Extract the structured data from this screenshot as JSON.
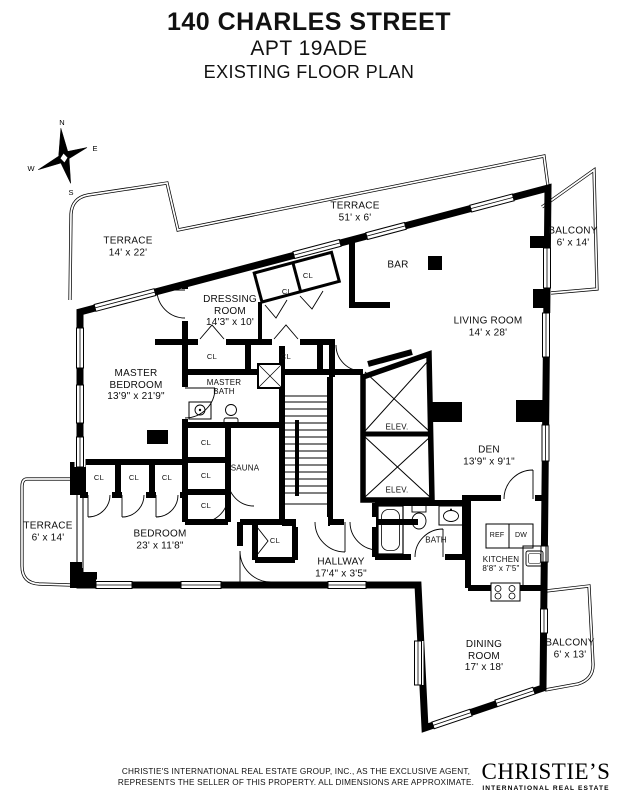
{
  "title": {
    "building": "140 CHARLES STREET",
    "apt": "APT 19ADE",
    "subtitle": "EXISTING FLOOR PLAN"
  },
  "compass": {
    "n": "N",
    "e": "E",
    "s": "S",
    "w": "W"
  },
  "colors": {
    "walls": "#000000",
    "background": "#ffffff",
    "text": "#111111"
  },
  "closet_label": "CL",
  "rooms": [
    {
      "id": "terrace-nw",
      "lines": [
        "TERRACE",
        "14' x 22'"
      ]
    },
    {
      "id": "terrace-north",
      "lines": [
        "TERRACE",
        "51' x 6'"
      ]
    },
    {
      "id": "balcony-ne",
      "lines": [
        "BALCONY",
        "6' x 14'"
      ]
    },
    {
      "id": "bar",
      "lines": [
        "BAR"
      ]
    },
    {
      "id": "dressing-room",
      "lines": [
        "DRESSING",
        "ROOM",
        "14'3\" x 10'"
      ]
    },
    {
      "id": "living-room",
      "lines": [
        "LIVING ROOM",
        "14' x 28'"
      ]
    },
    {
      "id": "master-bedroom",
      "lines": [
        "MASTER",
        "BEDROOM",
        "13'9\" x 21'9\""
      ]
    },
    {
      "id": "master-bath",
      "lines": [
        "MASTER",
        "BATH"
      ]
    },
    {
      "id": "elevator-1",
      "lines": [
        "ELEV."
      ]
    },
    {
      "id": "elevator-2",
      "lines": [
        "ELEV."
      ]
    },
    {
      "id": "den",
      "lines": [
        "DEN",
        "13'9\" x 9'1\""
      ]
    },
    {
      "id": "sauna",
      "lines": [
        "SAUNA"
      ]
    },
    {
      "id": "bath",
      "lines": [
        "BATH"
      ]
    },
    {
      "id": "kitchen",
      "lines": [
        "KITCHEN",
        "8'8\" x 7'5\""
      ]
    },
    {
      "id": "ref",
      "lines": [
        "REF"
      ]
    },
    {
      "id": "dw",
      "lines": [
        "DW"
      ]
    },
    {
      "id": "terrace-sw",
      "lines": [
        "TERRACE",
        "6' x 14'"
      ]
    },
    {
      "id": "bedroom",
      "lines": [
        "BEDROOM",
        "23' x 11'8\""
      ]
    },
    {
      "id": "hallway",
      "lines": [
        "HALLWAY",
        "17'4\" x 3'5\""
      ]
    },
    {
      "id": "dining-room",
      "lines": [
        "DINING",
        "ROOM",
        "17' x 18'"
      ]
    },
    {
      "id": "balcony-se",
      "lines": [
        "BALCONY",
        "6' x 13'"
      ]
    }
  ],
  "footer": {
    "disclaimer_line1": "CHRISTIE'S INTERNATIONAL REAL ESTATE GROUP, INC., AS THE EXCLUSIVE AGENT,",
    "disclaimer_line2": "REPRESENTS THE SELLER OF THIS PROPERTY. ALL DIMENSIONS ARE APPROXIMATE.",
    "brand": "CHRISTIE’S",
    "brand_sub": "INTERNATIONAL REAL ESTATE"
  }
}
